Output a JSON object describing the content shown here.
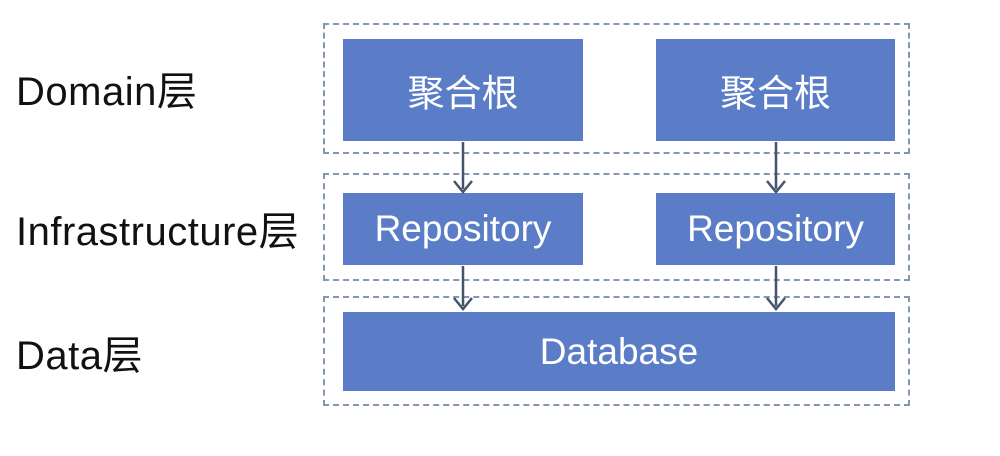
{
  "colors": {
    "box_fill": "#5B7DC7",
    "box_text": "#FFFFFF",
    "dash_border": "#8497B0",
    "arrow": "#44546A",
    "label_text": "#111111",
    "background": "#FFFFFF"
  },
  "diagram": {
    "type": "layered-architecture",
    "layers": [
      {
        "label": "Domain层",
        "boxes": [
          "聚合根",
          "聚合根"
        ]
      },
      {
        "label": "Infrastructure层",
        "boxes": [
          "Repository",
          "Repository"
        ]
      },
      {
        "label": "Data层",
        "boxes": [
          "Database"
        ]
      }
    ],
    "arrows": [
      {
        "from": "聚合根-left",
        "to": "Repository-left"
      },
      {
        "from": "聚合根-right",
        "to": "Repository-right"
      },
      {
        "from": "Repository-left",
        "to": "Database"
      },
      {
        "from": "Repository-right",
        "to": "Database"
      }
    ]
  }
}
